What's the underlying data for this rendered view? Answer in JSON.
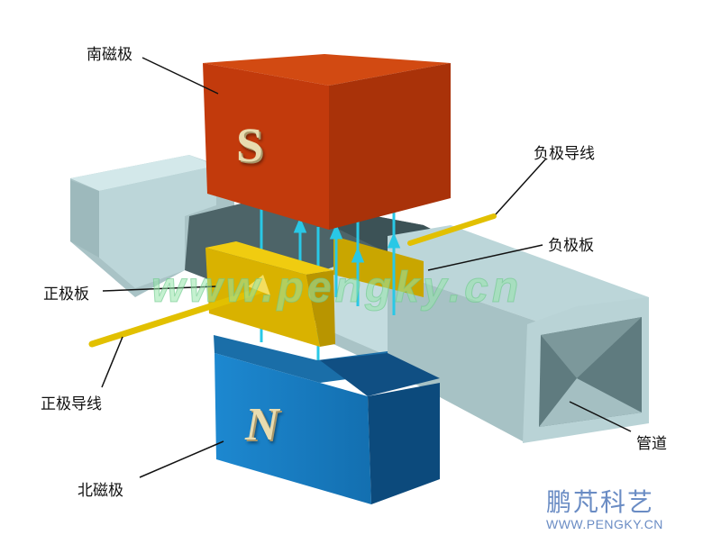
{
  "diagram": {
    "type": "electromagnetic flowmeter principle",
    "components": {
      "south_pole": {
        "label": "南磁极",
        "letter": "S",
        "color": "#c33a0f"
      },
      "north_pole": {
        "label": "北磁极",
        "letter": "N",
        "color": "#1a7fc6"
      },
      "negative_lead": {
        "label": "负极导线"
      },
      "negative_plate": {
        "label": "负极板"
      },
      "positive_plate": {
        "label": "正极板"
      },
      "positive_lead": {
        "label": "正极导线"
      },
      "pipe": {
        "label": "管道"
      }
    },
    "colors": {
      "pipe": "#bcd7da",
      "pipe_dark": "#8aa6a9",
      "electrode": "#e0b800",
      "field_lines": "#29c8e6"
    }
  },
  "watermark": {
    "text": "www.pengky.cn"
  },
  "brand": {
    "name_cn": "鹏芃科艺",
    "url": "WWW.PENGKY.CN"
  }
}
